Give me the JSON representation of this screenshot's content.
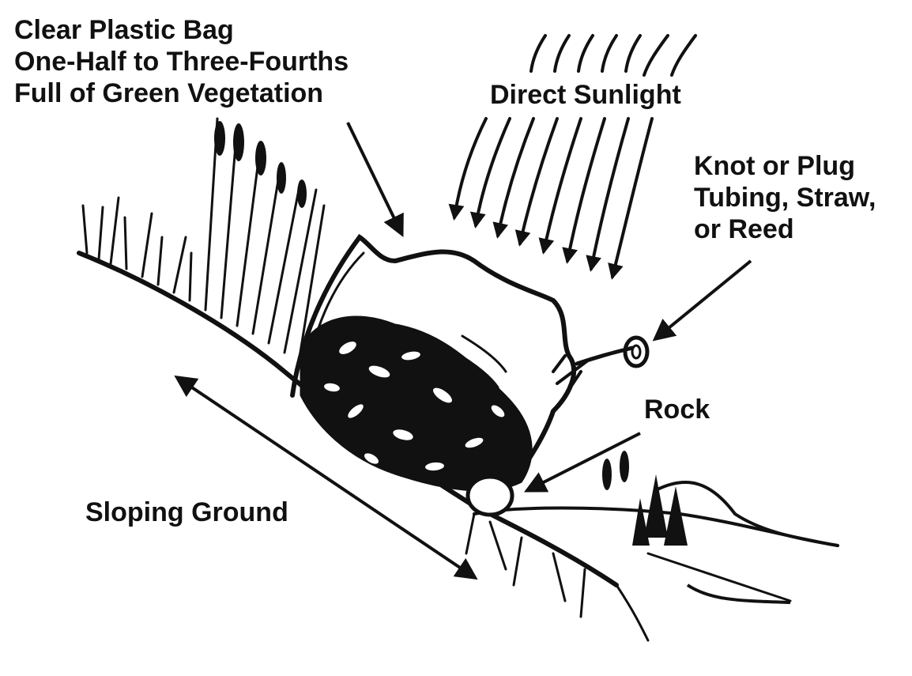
{
  "labels": {
    "bag": [
      "Clear Plastic Bag",
      "One-Half to Three-Fourths",
      "Full of Green Vegetation"
    ],
    "sunlight": "Direct Sunlight",
    "knot": [
      "Knot or Plug",
      "Tubing, Straw,",
      "or Reed"
    ],
    "rock": "Rock",
    "ground": "Sloping Ground"
  },
  "colors": {
    "ink": "#111111",
    "paper": "#ffffff"
  }
}
